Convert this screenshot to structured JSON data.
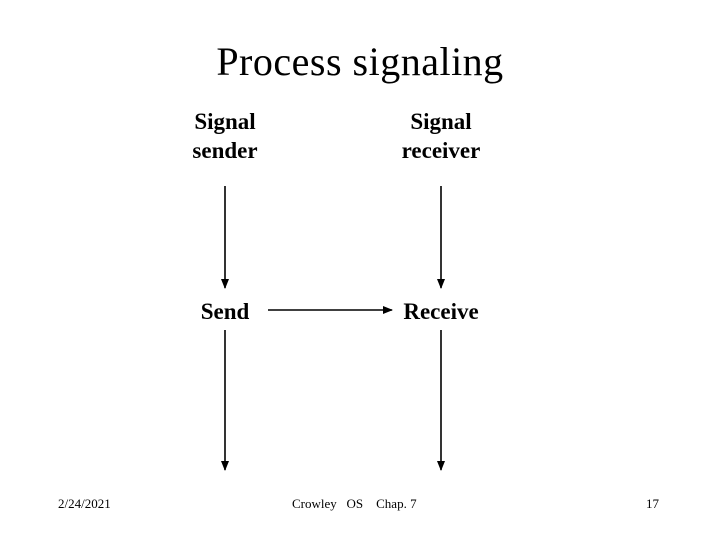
{
  "slide": {
    "title": "Process signaling",
    "diagram": {
      "nodes": [
        {
          "id": "signal-sender",
          "label": "Signal\nsender"
        },
        {
          "id": "signal-receiver",
          "label": "Signal\nreceiver"
        },
        {
          "id": "send",
          "label": "Send"
        },
        {
          "id": "receive",
          "label": "Receive"
        }
      ],
      "arrows": [
        {
          "id": "sender-to-send",
          "from": "signal-sender",
          "to": "send",
          "direction": "down"
        },
        {
          "id": "receiver-to-receive",
          "from": "signal-receiver",
          "to": "receive",
          "direction": "down"
        },
        {
          "id": "send-to-receive",
          "from": "send",
          "to": "receive",
          "direction": "right"
        },
        {
          "id": "send-continue",
          "from": "send",
          "to": "",
          "direction": "down"
        },
        {
          "id": "receive-continue",
          "from": "receive",
          "to": "",
          "direction": "down"
        }
      ],
      "line_color": "#000000"
    }
  },
  "footer": {
    "date": "2/24/2021",
    "center": "Crowley   OS    Chap. 7",
    "page_number": "17"
  }
}
